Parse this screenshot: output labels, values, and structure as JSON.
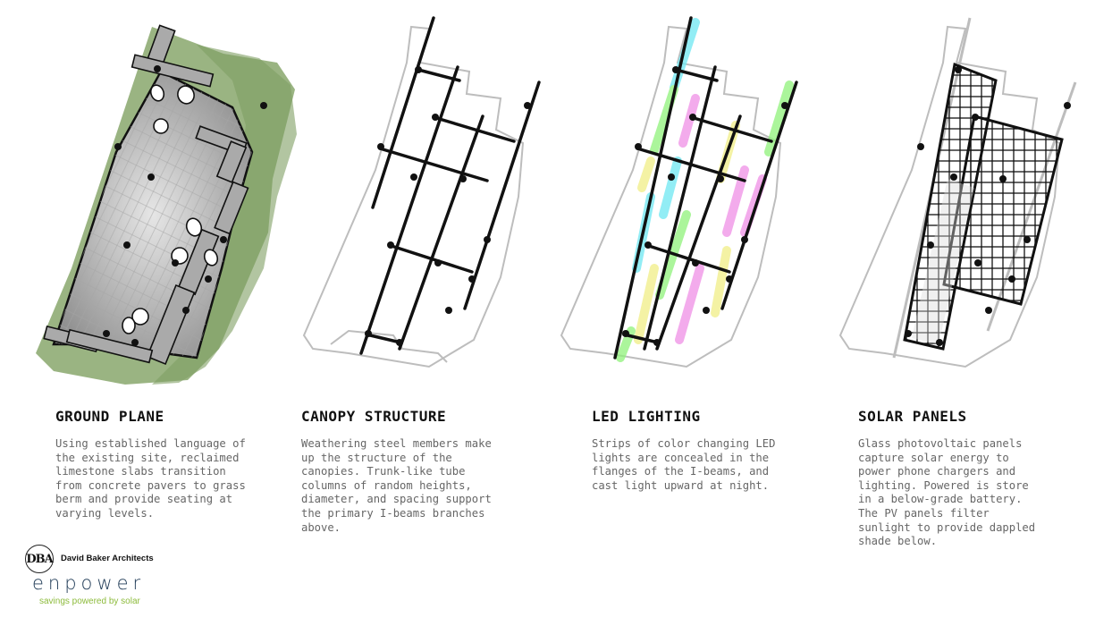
{
  "colors": {
    "grass": "#8fac74",
    "paving": "#b8b8b8",
    "structure": "#111111",
    "ghost": "#bdbdbd",
    "led_cyan": "#6ee7f2",
    "led_pink": "#ef8fe6",
    "led_green": "#8ff27a",
    "led_yellow": "#f1ee86",
    "heading": "#111111",
    "body_text": "#666666",
    "brand_navy": "#1f3a56",
    "brand_green": "#8dbb3c"
  },
  "columns": [
    {
      "id": "ground-plane",
      "title": "GROUND PLANE",
      "lines": [
        "Using established language of",
        "the existing site, reclaimed",
        "limestone slabs transition",
        "from concrete pavers to grass",
        "berm and provide seating at",
        "varying levels."
      ]
    },
    {
      "id": "canopy-structure",
      "title": "CANOPY STRUCTURE",
      "lines": [
        "Weathering steel members make",
        "up the structure of the",
        "canopies. Trunk-like tube",
        "columns of random heights,",
        "diameter, and spacing support",
        "the primary I-beams branches",
        "above."
      ]
    },
    {
      "id": "led-lighting",
      "title": "LED LIGHTING",
      "lines": [
        "Strips of color changing LED",
        "lights are concealed in the",
        "flanges of the I-beams, and",
        "cast light upward at night."
      ]
    },
    {
      "id": "solar-panels",
      "title": "SOLAR PANELS",
      "lines": [
        "Glass photovoltaic panels",
        "capture solar energy to",
        "power phone chargers and",
        "lighting. Powered is store",
        "in a below-grade battery.",
        "The PV panels filter",
        "sunlight to provide dappled",
        "shade below."
      ]
    }
  ],
  "branding": {
    "firm_mark": "DBA",
    "firm_name": "David Baker Architects",
    "product_name": "enpower",
    "tagline": "savings powered by solar"
  }
}
